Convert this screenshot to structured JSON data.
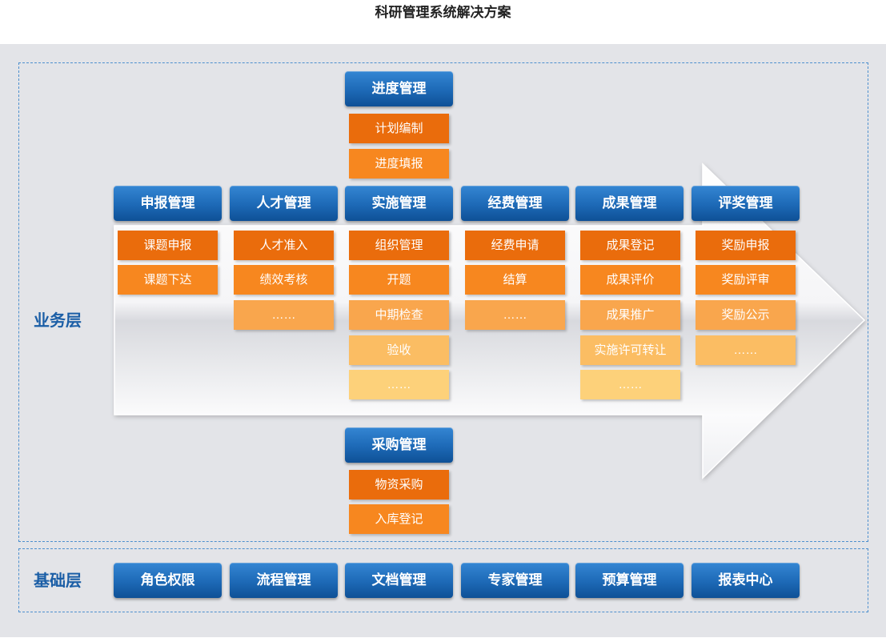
{
  "title": "科研管理系统解决方案",
  "colors": {
    "background": "#e3e4e8",
    "frame_border": "#4d8fce",
    "layer_label": "#1b5ea6",
    "module_header_top": "#3486d3",
    "module_header_bottom": "#0e5096",
    "item_shades": [
      "#ea6c0c",
      "#f7871f",
      "#f9a64d",
      "#fbbd63",
      "#fdd17a"
    ]
  },
  "business_layer": {
    "label": "业务层",
    "top_module": {
      "name": "进度管理",
      "items": [
        "计划编制",
        "进度填报"
      ]
    },
    "columns": [
      {
        "name": "申报管理",
        "items": [
          "课题申报",
          "课题下达"
        ]
      },
      {
        "name": "人才管理",
        "items": [
          "人才准入",
          "绩效考核",
          "……"
        ]
      },
      {
        "name": "实施管理",
        "items": [
          "组织管理",
          "开题",
          "中期检查",
          "验收",
          "……"
        ]
      },
      {
        "name": "经费管理",
        "items": [
          "经费申请",
          "结算",
          "……"
        ]
      },
      {
        "name": "成果管理",
        "items": [
          "成果登记",
          "成果评价",
          "成果推广",
          "实施许可转让",
          "……"
        ]
      },
      {
        "name": "评奖管理",
        "items": [
          "奖励申报",
          "奖励评审",
          "奖励公示",
          "……"
        ]
      }
    ],
    "bottom_module": {
      "name": "采购管理",
      "items": [
        "物资采购",
        "入库登记"
      ]
    }
  },
  "base_layer": {
    "label": "基础层",
    "modules": [
      "角色权限",
      "流程管理",
      "文档管理",
      "专家管理",
      "预算管理",
      "报表中心"
    ]
  }
}
